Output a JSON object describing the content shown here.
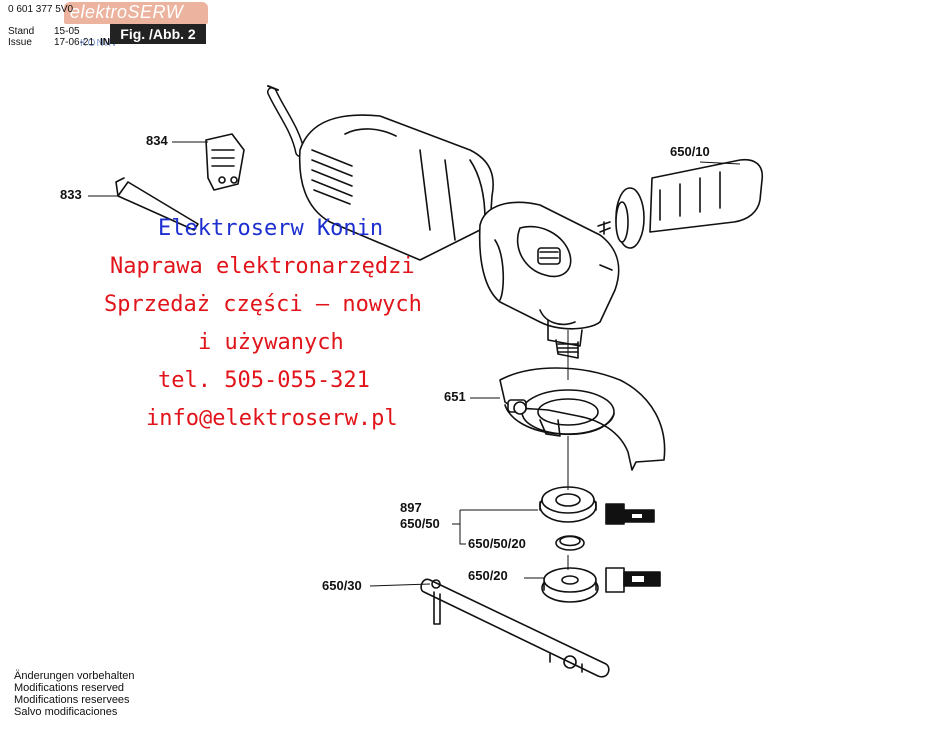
{
  "header": {
    "part_number": "0 601 377 5V0",
    "stand_label": "Stand",
    "stand_value": "15-05",
    "issue_label": "Issue",
    "issue_value": "17-06-21",
    "suffix": "IN",
    "figure_label": "Fig. /Abb. 2"
  },
  "watermark": {
    "brand": "elektroSERW",
    "city": "KONIN"
  },
  "parts": {
    "p834": "834",
    "p833": "833",
    "p650_10": "650/10",
    "p651": "651",
    "p897": "897",
    "p650_50": "650/50",
    "p650_50_20": "650/50/20",
    "p650_20": "650/20",
    "p650_30": "650/30"
  },
  "advert": {
    "line1": "Elektroserw Konin",
    "line2": "Naprawa elektronarzędzi",
    "line3": "Sprzedaż części – nowych",
    "line4": "i używanych",
    "line5": "tel. 505-055-321",
    "line6": "info@elektroserw.pl"
  },
  "footer": {
    "line1": "Änderungen vorbehalten",
    "line2": "Modifications reserved",
    "line3": "Modifications reservees",
    "line4": "Salvo modificaciones"
  },
  "colors": {
    "advert_blue": "#1d2fd0",
    "advert_red": "#e0141a",
    "watermark": "#e9a68e"
  }
}
